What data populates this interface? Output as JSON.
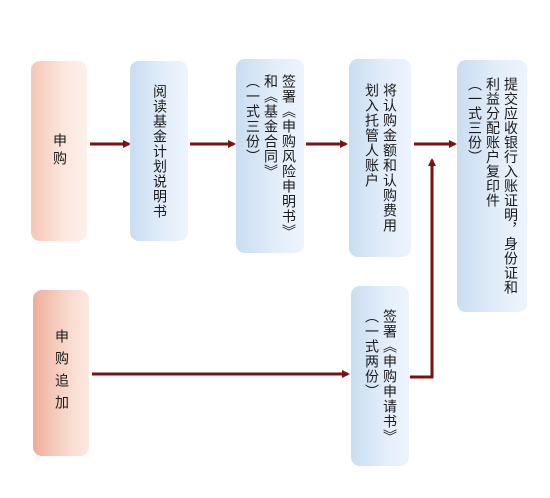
{
  "diagram": {
    "nodes": {
      "subscribe": "申购",
      "read": "阅读基金计划说明书",
      "sign_risk": {
        "line1": "签署《申购风险申明书》",
        "line2": "和《基金合同》",
        "line3": "（一式三份）"
      },
      "transfer": {
        "line1": "将认购金额和认购费用",
        "line2": "划入托管人账户"
      },
      "submit": {
        "line1": "提交应收银行入账证明，身份证和",
        "line2": "利益分配账户复印件",
        "line3": "（一式三份）"
      },
      "additional": "申购追加",
      "sign_application": {
        "line1": "签署《申购申请书》",
        "line2": "（一式两份）"
      }
    },
    "edges": [
      {
        "from": "subscribe",
        "to": "read"
      },
      {
        "from": "read",
        "to": "sign_risk"
      },
      {
        "from": "sign_risk",
        "to": "transfer"
      },
      {
        "from": "transfer",
        "to": "submit"
      },
      {
        "from": "additional",
        "to": "sign_application"
      },
      {
        "from": "sign_application",
        "to": "submit"
      }
    ],
    "colors": {
      "arrow": "#7a1212",
      "pink_box": "#f6c6b5",
      "blue_box": "#c9ddf1"
    }
  }
}
